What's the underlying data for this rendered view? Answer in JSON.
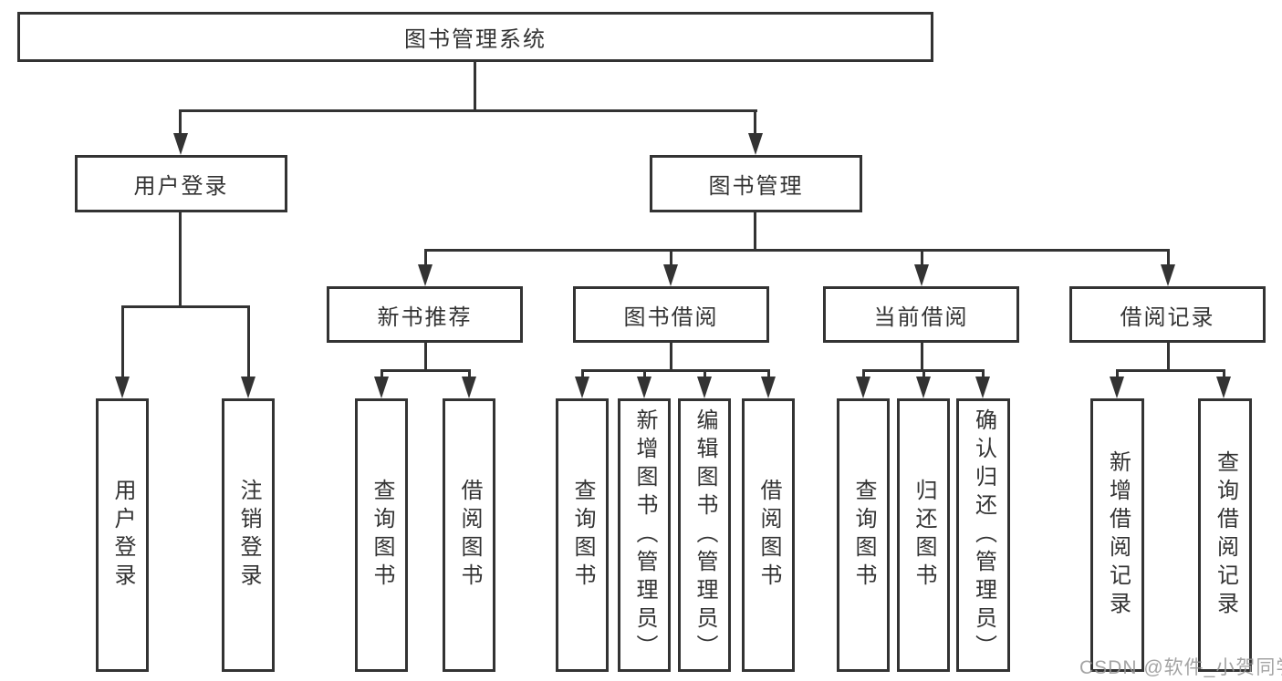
{
  "colors": {
    "line": "#333333",
    "text": "#333333",
    "background": "#ffffff",
    "watermark": "#949494"
  },
  "tree": {
    "root": {
      "label": "图书管理系统"
    },
    "level2": [
      {
        "label": "用户登录",
        "children": [
          {
            "label": "用户登录"
          },
          {
            "label": "注销登录"
          }
        ]
      },
      {
        "label": "图书管理",
        "children": [
          {
            "label": "新书推荐",
            "children": [
              {
                "label": "查询图书"
              },
              {
                "label": "借阅图书"
              }
            ]
          },
          {
            "label": "图书借阅",
            "children": [
              {
                "label": "查询图书"
              },
              {
                "label": "新增图书（管理员）"
              },
              {
                "label": "编辑图书（管理员）"
              },
              {
                "label": "借阅图书"
              }
            ]
          },
          {
            "label": "当前借阅",
            "children": [
              {
                "label": "查询图书"
              },
              {
                "label": "归还图书"
              },
              {
                "label": "确认归还（管理员）"
              }
            ]
          },
          {
            "label": "借阅记录",
            "children": [
              {
                "label": "新增借阅记录"
              },
              {
                "label": "查询借阅记录"
              }
            ]
          }
        ]
      }
    ]
  },
  "watermark": {
    "text": "CSDN @软件_小贺同学"
  }
}
